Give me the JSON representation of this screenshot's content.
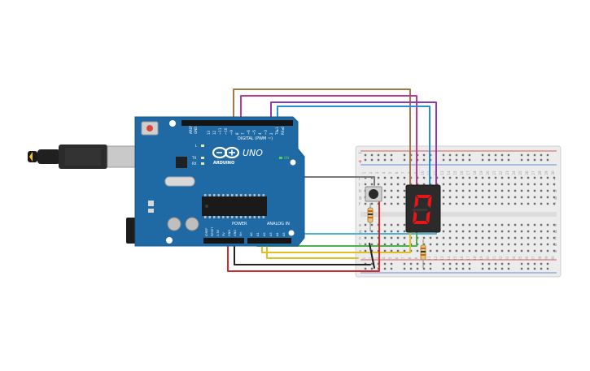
{
  "arduino": {
    "logo": "ARDUINO",
    "model": "UNO",
    "digital_header": "DIGITAL (PWM ~)",
    "power_header": "POWER",
    "analog_header": "ANALOG IN",
    "tx_label": "TX",
    "rx_label": "RX",
    "l_label": "L",
    "on_label": "ON",
    "aref": "AREF",
    "gnd": "GND",
    "digital_pins": [
      "13",
      "12",
      "~11",
      "~10",
      "~9",
      "8",
      "7",
      "~6",
      "~5",
      "4",
      "~3",
      "2",
      "TX▸1",
      "RX◂0"
    ],
    "power_pins": [
      "IOREF",
      "RESET",
      "3.3V",
      "5V",
      "GND",
      "GND",
      "Vin"
    ],
    "analog_pins": [
      "A0",
      "A1",
      "A2",
      "A3",
      "A4",
      "A5"
    ]
  },
  "breadboard": {
    "row_letters_top": [
      "j",
      "i",
      "h",
      "g",
      "f"
    ],
    "row_letters_bottom": [
      "e",
      "d",
      "c",
      "b",
      "a"
    ],
    "column_numbers": [
      "1",
      "2",
      "3",
      "4",
      "5",
      "6",
      "7",
      "8",
      "9",
      "10",
      "11",
      "12",
      "13",
      "14",
      "15",
      "16",
      "17",
      "18",
      "19",
      "20",
      "21",
      "22",
      "23",
      "24",
      "25",
      "26",
      "27",
      "28",
      "29",
      "30"
    ],
    "plus": "+",
    "minus": "−"
  },
  "colors": {
    "board": "#1f6aa5",
    "board_dark": "#17588c",
    "breadboard": "#ececec",
    "wire_brown": "#a0784a",
    "wire_magenta": "#c0398c",
    "wire_purple": "#8e3bb0",
    "wire_blue": "#2a8fd0",
    "wire_gray": "#7a7a7a",
    "wire_cyan": "#4fb3cf",
    "wire_green": "#4caf50",
    "wire_yellow": "#e0c020",
    "wire_red": "#d12a2a",
    "wire_black": "#222222",
    "segment_on": "#e81616",
    "display_body": "#2b2b2b"
  }
}
